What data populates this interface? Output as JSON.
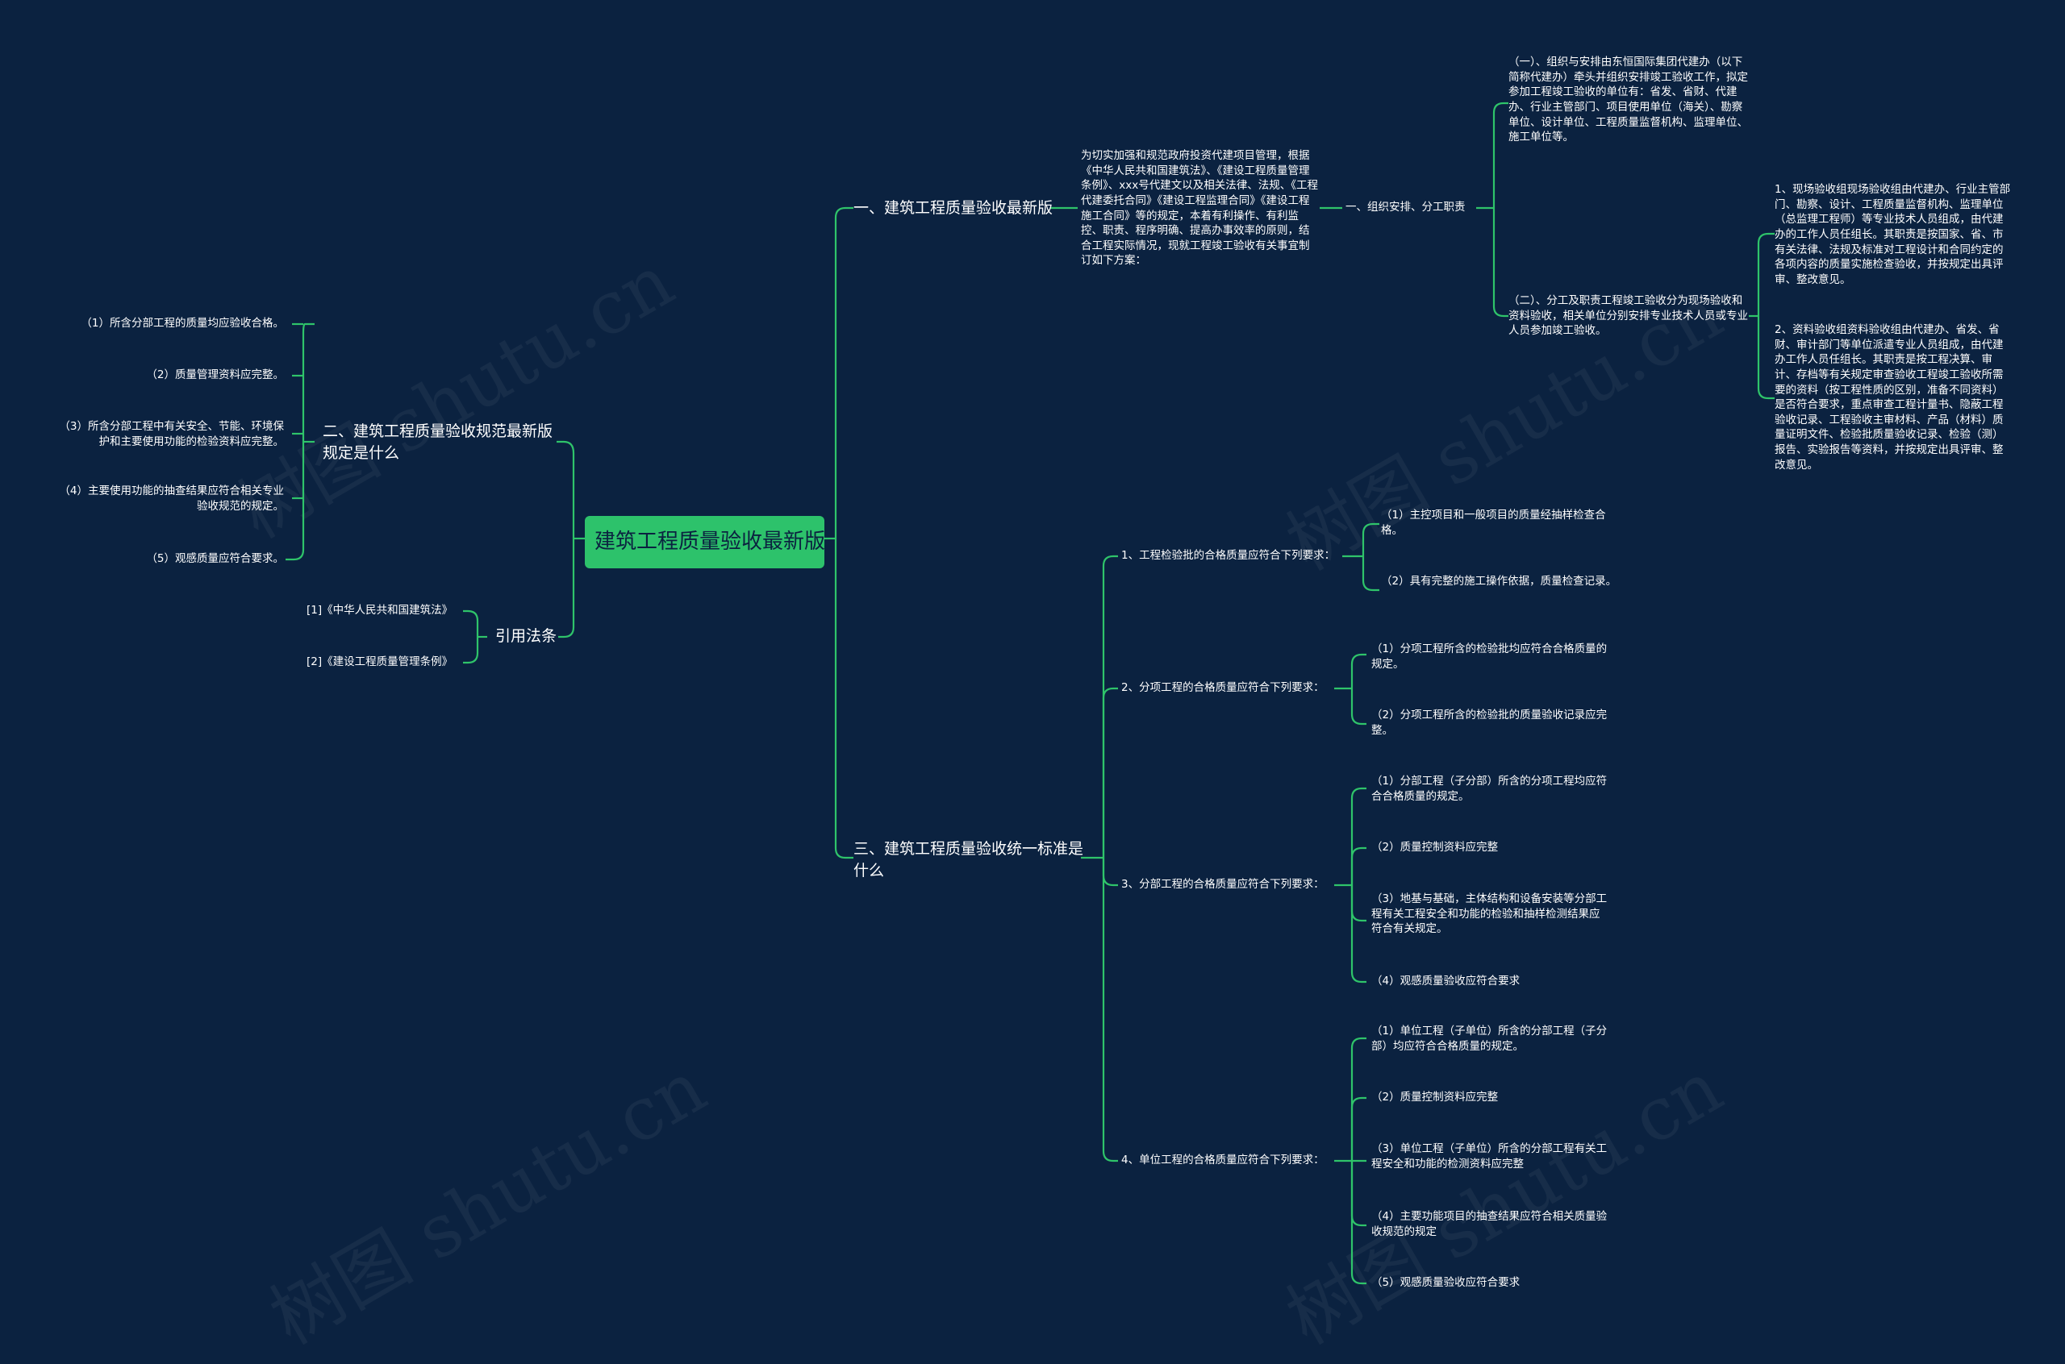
{
  "root": "建筑工程质量验收最新版",
  "branch1": {
    "title": "一、建筑工程质量验收最新版",
    "intro": "为切实加强和规范政府投资代建项目管理，根据《中华人民共和国建筑法》、《建设工程质量管理条例》、xxx号代建文以及相关法律、法规、《工程代建委托合同》《建设工程监理合同》《建设工程施工合同》等的规定，本着有利操作、有利监控、职责、程序明确、提高办事效率的原则，结合工程实际情况，现就工程竣工验收有关事宜制订如下方案：",
    "sub": "一、组织安排、分工职责",
    "item1": "（一）、组织与安排由东恒国际集团代建办（以下简称代建办）牵头并组织安排竣工验收工作，拟定参加工程竣工验收的单位有：省发、省财、代建办、行业主管部门、项目使用单位（海关）、勘察单位、设计单位、工程质量监督机构、监理单位、施工单位等。",
    "item2": "（二）、分工及职责工程竣工验收分为现场验收和资料验收，相关单位分别安排专业技术人员或专业人员参加竣工验收。",
    "detail1": "1、现场验收组现场验收组由代建办、行业主管部门、勘察、设计、工程质量监督机构、监理单位（总监理工程师）等专业技术人员组成，由代建办的工作人员任组长。其职责是按国家、省、市有关法律、法规及标准对工程设计和合同约定的各项内容的质量实施检查验收，并按规定出具评审、整改意见。",
    "detail2": "2、资料验收组资料验收组由代建办、省发、省财、审计部门等单位派遣专业人员组成，由代建办工作人员任组长。其职责是按工程决算、审计、存档等有关规定审查验收工程竣工验收所需要的资料（按工程性质的区别，准备不同资料）是否符合要求，重点审查工程计量书、隐蔽工程验收记录、工程验收主审材料、产品（材料）质量证明文件、检验批质量验收记录、检验（测）报告、实验报告等资料，并按规定出具评审、整改意见。"
  },
  "branch2": {
    "title": "二、建筑工程质量验收规范最新版规定是什么",
    "items": [
      "（1）所含分部工程的质量均应验收合格。",
      "（2）质量管理资料应完整。",
      "（3）所含分部工程中有关安全、节能、环境保护和主要使用功能的检验资料应完整。",
      "（4）主要使用功能的抽查结果应符合相关专业验收规范的规定。",
      "（5）观感质量应符合要求。"
    ]
  },
  "branch3": {
    "title": "引用法条",
    "items": [
      "[1]《中华人民共和国建筑法》",
      "[2]《建设工程质量管理条例》"
    ]
  },
  "branch4": {
    "title": "三、建筑工程质量验收统一标准是什么",
    "groups": [
      {
        "title": "1、工程检验批的合格质量应符合下列要求：",
        "items": [
          "（1）主控项目和一般项目的质量经抽样检查合格。",
          "（2）具有完整的施工操作依据，质量检查记录。"
        ]
      },
      {
        "title": "2、分项工程的合格质量应符合下列要求：",
        "items": [
          "（1）分项工程所含的检验批均应符合合格质量的规定。",
          "（2）分项工程所含的检验批的质量验收记录应完整。"
        ]
      },
      {
        "title": "3、分部工程的合格质量应符合下列要求：",
        "items": [
          "（1）分部工程（子分部）所含的分项工程均应符合合格质量的规定。",
          "（2）质量控制资料应完整",
          "（3）地基与基础，主体结构和设备安装等分部工程有关工程安全和功能的检验和抽样检测结果应符合有关规定。",
          "（4）观感质量验收应符合要求"
        ]
      },
      {
        "title": "4、单位工程的合格质量应符合下列要求：",
        "items": [
          "（1）单位工程（子单位）所含的分部工程（子分部）均应符合合格质量的规定。",
          "（2）质量控制资料应完整",
          "（3）单位工程（子单位）所含的分部工程有关工程安全和功能的检测资料应完整",
          "（4）主要功能项目的抽查结果应符合相关质量验收规范的规定",
          "（5）观感质量验收应符合要求"
        ]
      }
    ]
  },
  "watermark": "树图 shutu.cn",
  "colors": {
    "background": "#0b2240",
    "accent": "#2dc26b",
    "text": "#ffffff"
  }
}
